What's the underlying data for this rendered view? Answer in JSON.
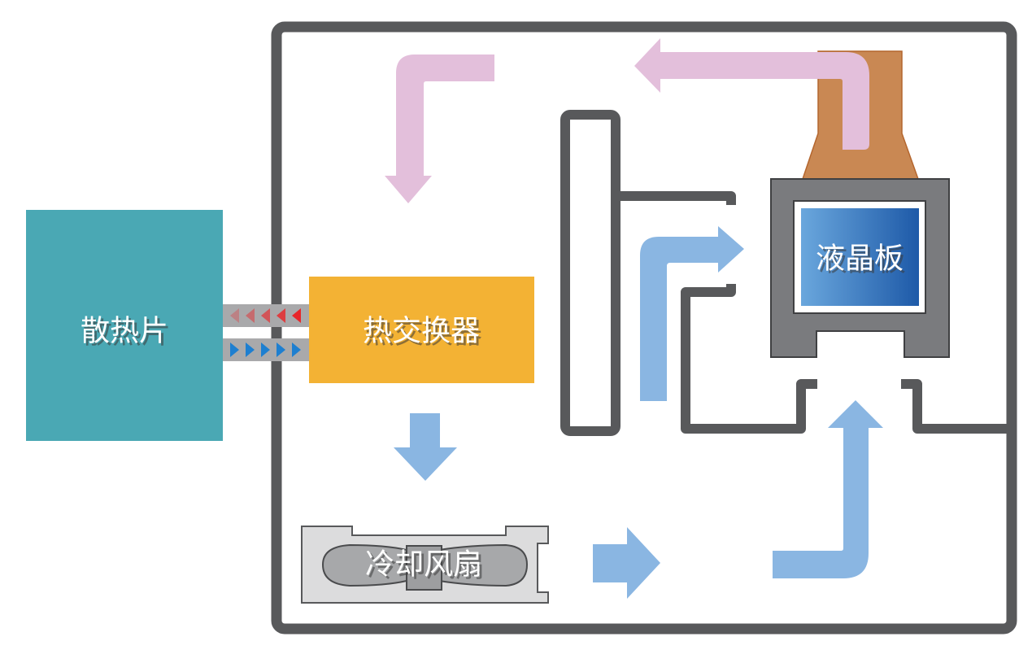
{
  "title": "LCD projector liquid cooling airflow diagram",
  "labels": {
    "heatsink": "散热片",
    "heat_exchanger": "热交换器",
    "lcd_panel": "液晶板",
    "cooling_fan": "冷却风扇"
  },
  "colors": {
    "frame": "#58595b",
    "heatsink": "#4aa8b4",
    "heat_exchanger": "#f3b234",
    "lcd_panel_left": "#6aa7dd",
    "lcd_panel_right": "#1e5aa8",
    "panel_housing": "#7a7b7e",
    "lamp_housing": "#c98853",
    "hot_air": "#e3bfdb",
    "cool_air": "#8ab6e2",
    "fan_body": "#dcdcdd",
    "fan_blade": "#a7a8aa",
    "pipe": "#a9a9ab",
    "hot_flow": "#e8262a",
    "cool_flow": "#1e7fd0"
  },
  "flows": {
    "coolant_return_direction": "left",
    "coolant_supply_direction": "right",
    "arrow_count_per_pipe": 5
  }
}
